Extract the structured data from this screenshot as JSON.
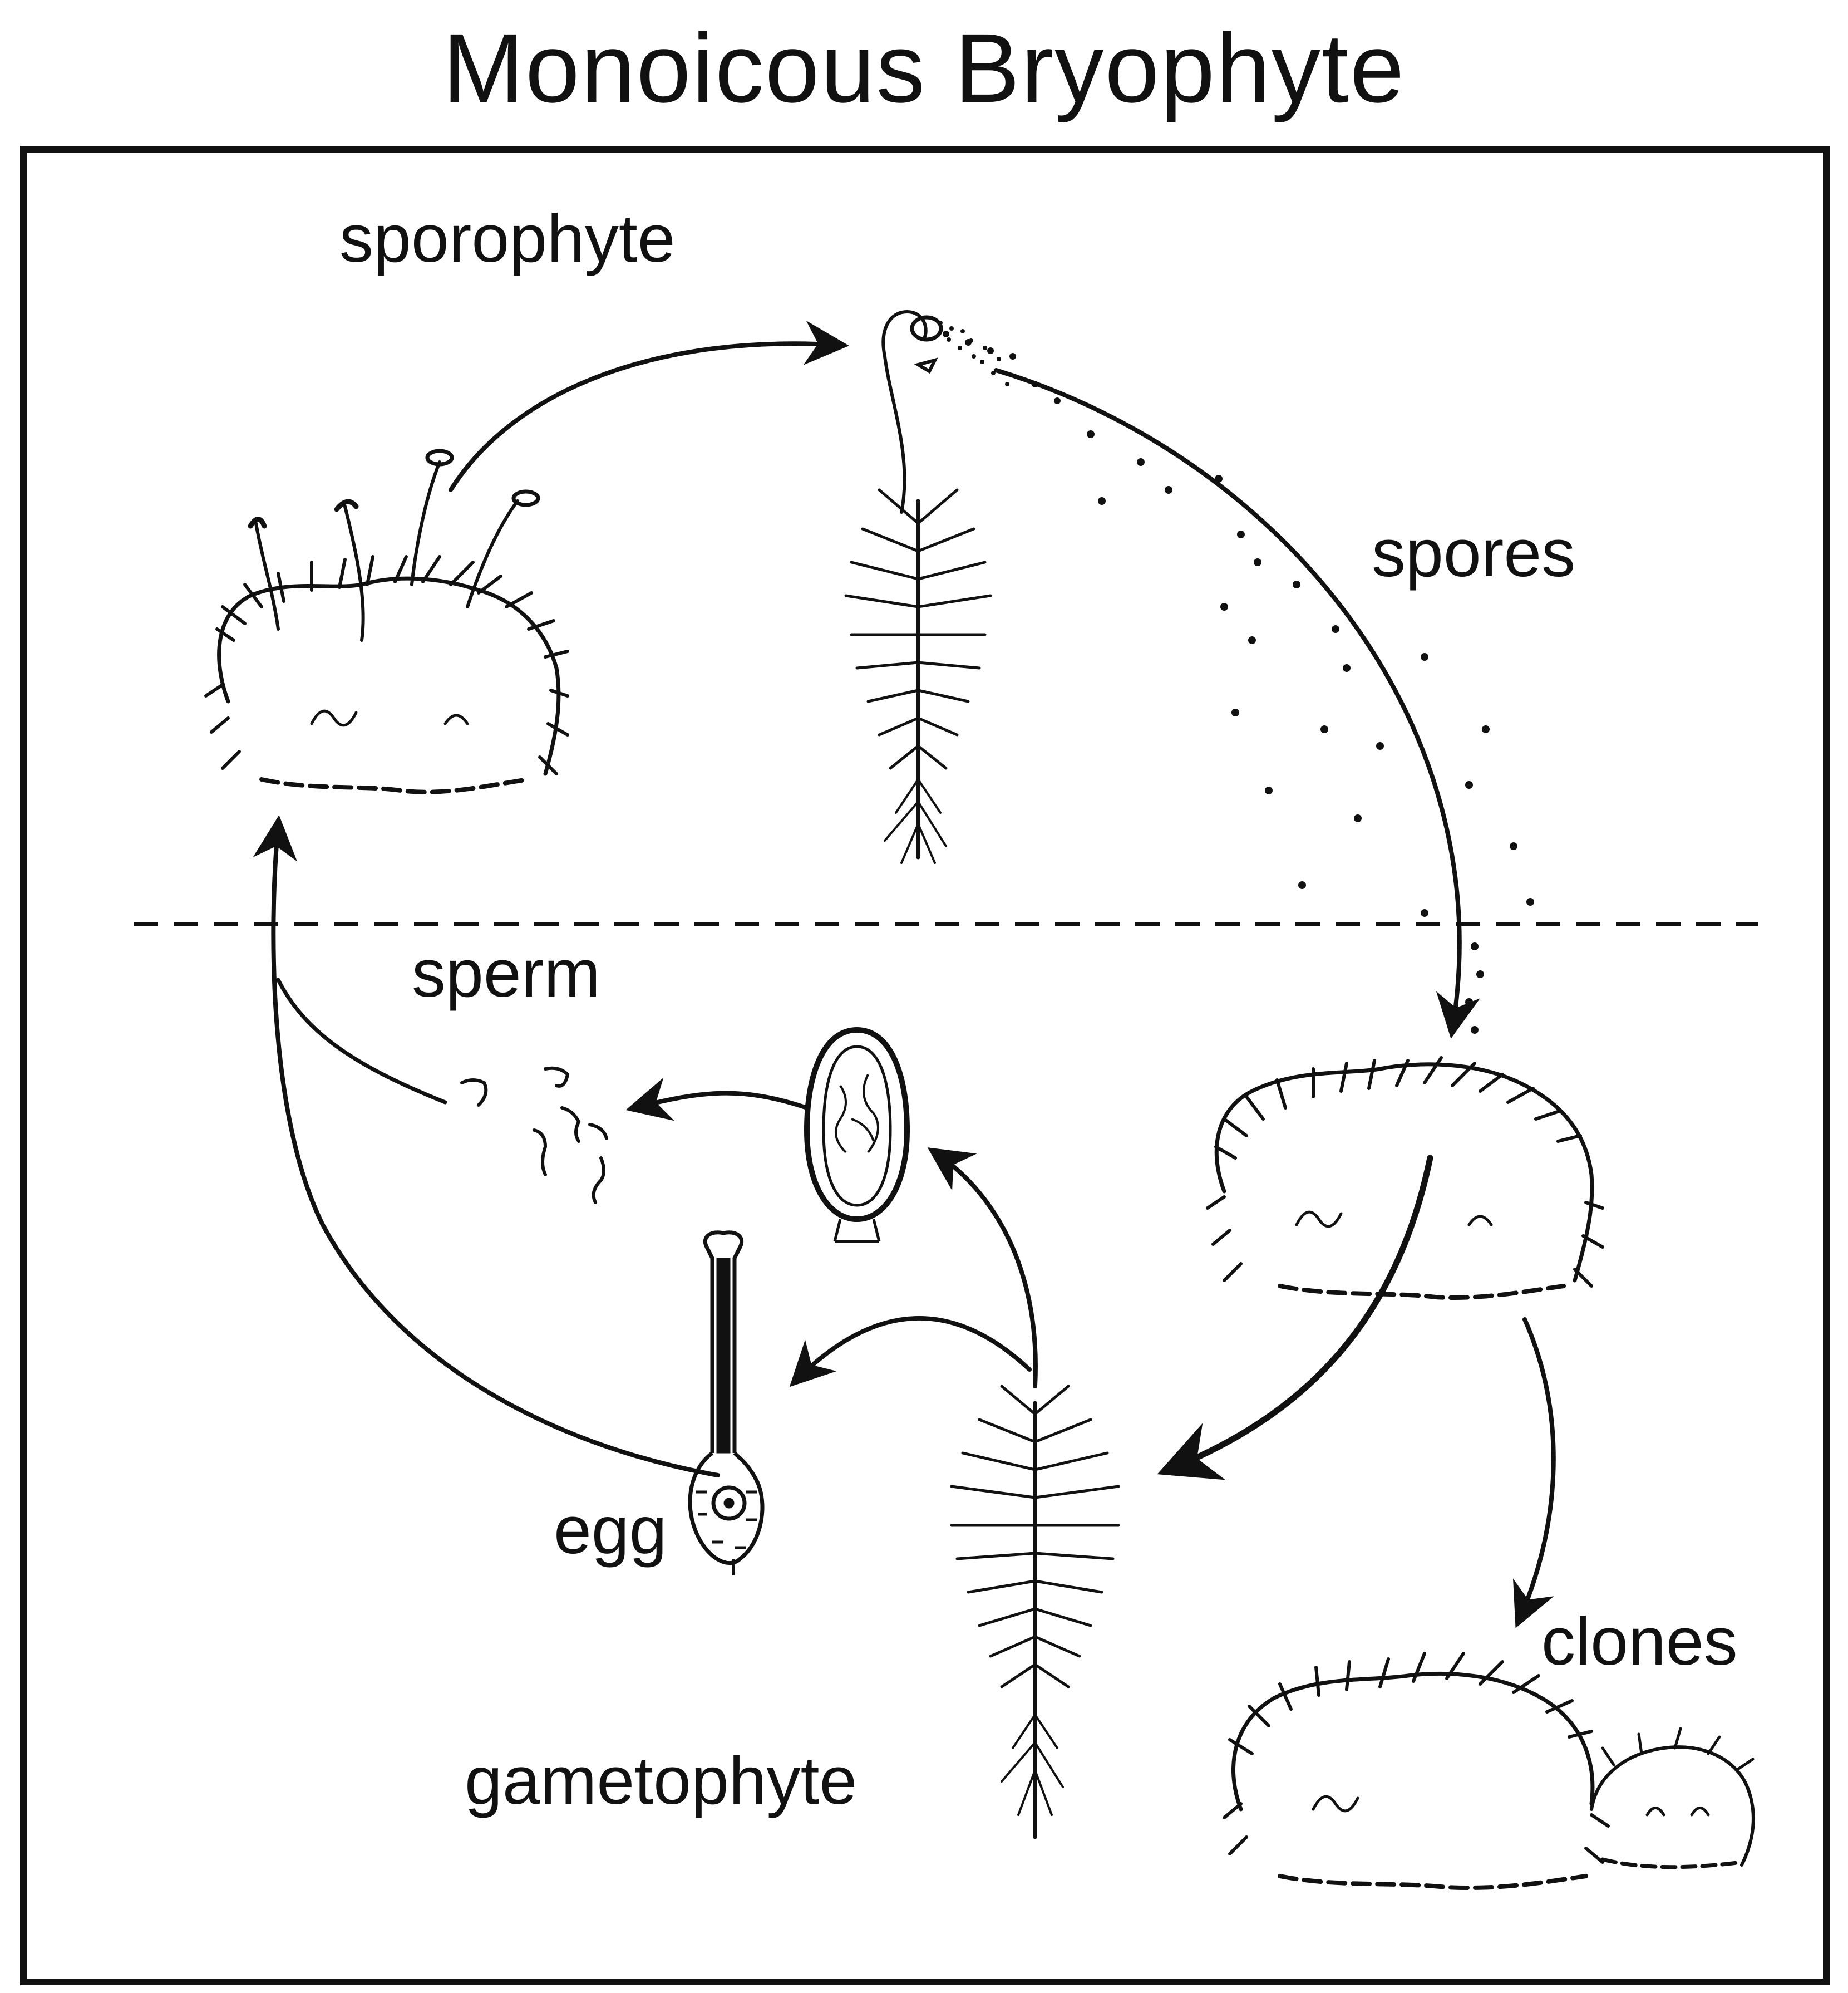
{
  "title": "Monoicous Bryophyte",
  "labels": {
    "sporophyte": "sporophyte",
    "spores": "spores",
    "sperm": "sperm",
    "egg": "egg",
    "gametophyte": "gametophyte",
    "clones": "clones"
  },
  "colors": {
    "ink": "#111111",
    "background": "#ffffff"
  }
}
